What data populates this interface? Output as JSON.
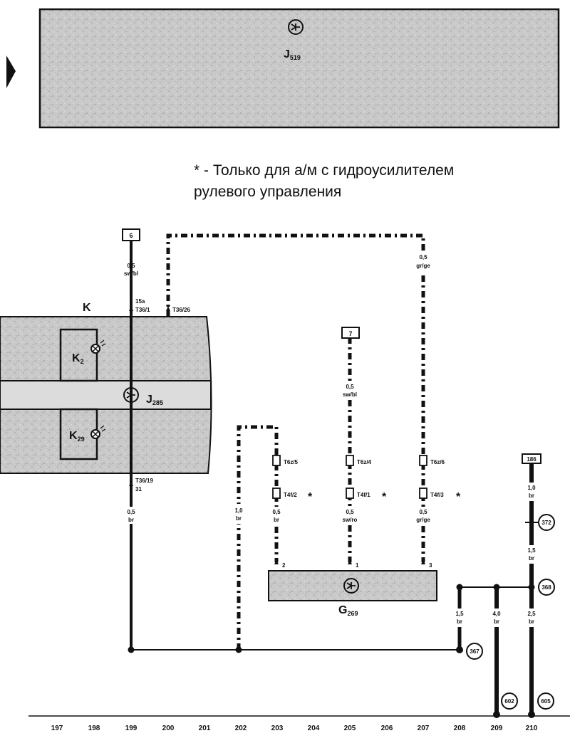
{
  "blocks": {
    "top_module": "J519",
    "top_module_letter": "J",
    "top_module_sub": "519",
    "cluster": "K",
    "cluster_module_letter": "J",
    "cluster_module_sub": "285",
    "lamp1_letter": "K",
    "lamp1_sub": "2",
    "lamp2_letter": "K",
    "lamp2_sub": "29",
    "sensor_letter": "G",
    "sensor_sub": "269"
  },
  "note": {
    "line1": "* - Только для а/м с гидроусилителем",
    "line2": "рулевого управления"
  },
  "refs": {
    "r6": "6",
    "r7": "7",
    "r186": "186"
  },
  "wires": {
    "w199_top_size": "0,5",
    "w199_top_color": "sw/bl",
    "w199_pin_a": "15a",
    "w199_pin_b": "T36/1",
    "w200_pin": "T36/26",
    "w207_top_size": "0,5",
    "w207_top_color": "gr/ge",
    "w205_top_size": "0,5",
    "w205_top_color": "sw/bl",
    "w199_bot_pin": "T36/19",
    "w199_bot_num": "31",
    "w199_bot_size": "0,5",
    "w199_bot_color": "br",
    "w202_size": "1,0",
    "w202_color": "br",
    "w203_size": "0,5",
    "w203_color": "br",
    "w205_size": "0,5",
    "w205_color": "sw/ro",
    "w207_size": "0,5",
    "w207_color": "gr/ge",
    "w208_size": "1,5",
    "w208_color": "br",
    "w209_size": "4,0",
    "w209_color": "br",
    "w210_size": "2,5",
    "w210_color": "br",
    "w210_top_size": "1,0",
    "w210_top_color": "br",
    "w210_mid_size": "1,5",
    "w210_mid_color": "br"
  },
  "connectors": {
    "c203_a": "T6z/5",
    "c205_a": "T6z/4",
    "c207_a": "T6z/6",
    "c203_b": "T4f/2",
    "c205_b": "T4f/1",
    "c207_b": "T4f/3",
    "star": "*",
    "pin2": "2",
    "pin1": "1",
    "pin3": "3"
  },
  "grounds": {
    "g372": "372",
    "g368": "368",
    "g367": "367",
    "g602": "602",
    "g605": "605"
  },
  "ruler": [
    "197",
    "198",
    "199",
    "200",
    "201",
    "202",
    "203",
    "204",
    "205",
    "206",
    "207",
    "208",
    "209",
    "210"
  ]
}
